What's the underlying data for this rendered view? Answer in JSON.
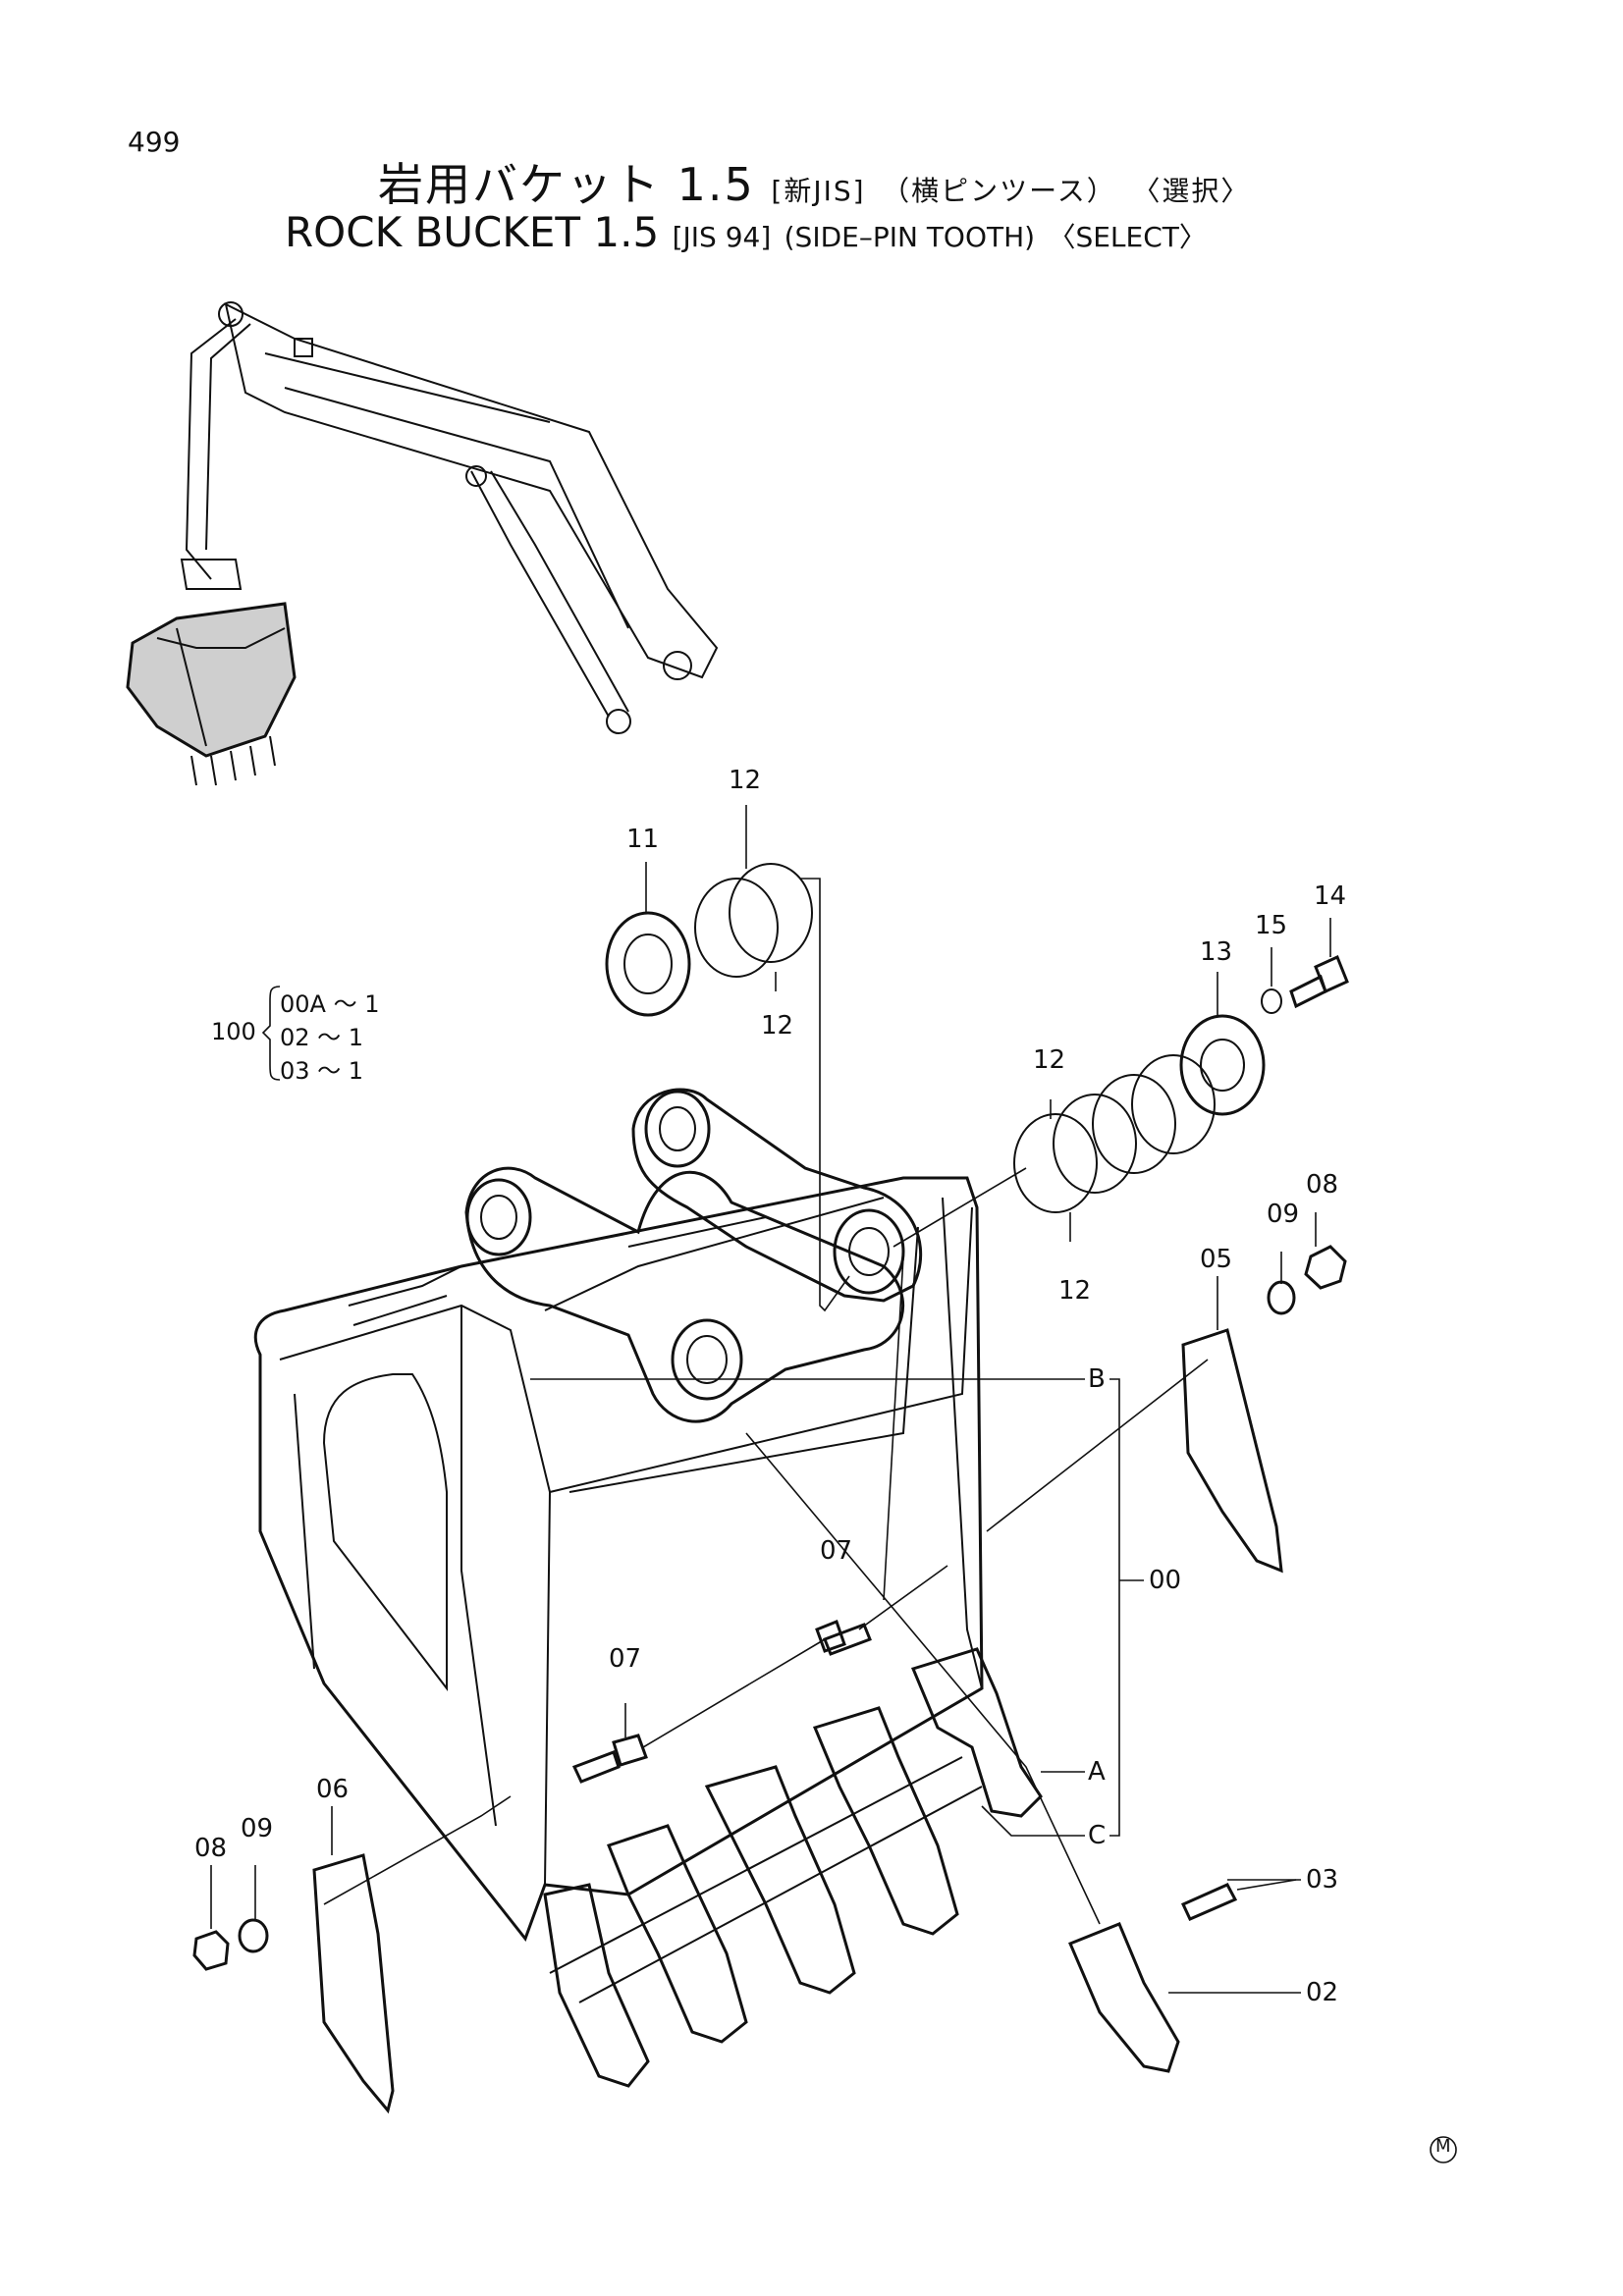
{
  "page_number": "499",
  "title_jp": {
    "main": "岩用バケット 1.5",
    "std": "[新JIS]",
    "type": "（横ピンツース）",
    "select": "〈選択〉"
  },
  "title_en": {
    "main": "ROCK  BUCKET  1.5",
    "std": "[JIS 94]",
    "type": "(SIDE–PIN  TOOTH)",
    "select": "〈SELECT〉"
  },
  "kit": {
    "number": "100",
    "lines": [
      "00A  ～ 1",
      "02    ～ 1",
      "03    ～ 1"
    ]
  },
  "callouts": {
    "c11": "11",
    "c12a": "12",
    "c12b": "12",
    "c12c": "12",
    "c12d": "12",
    "c13": "13",
    "c14": "14",
    "c15": "15",
    "c08r": "08",
    "c09r": "09",
    "c05": "05",
    "cB": "B",
    "c00": "00",
    "c07a": "07",
    "c07b": "07",
    "cA": "A",
    "cC": "C",
    "c06": "06",
    "c08l": "08",
    "c09l": "09",
    "c03": "03",
    "c02": "02"
  },
  "mark": "M"
}
